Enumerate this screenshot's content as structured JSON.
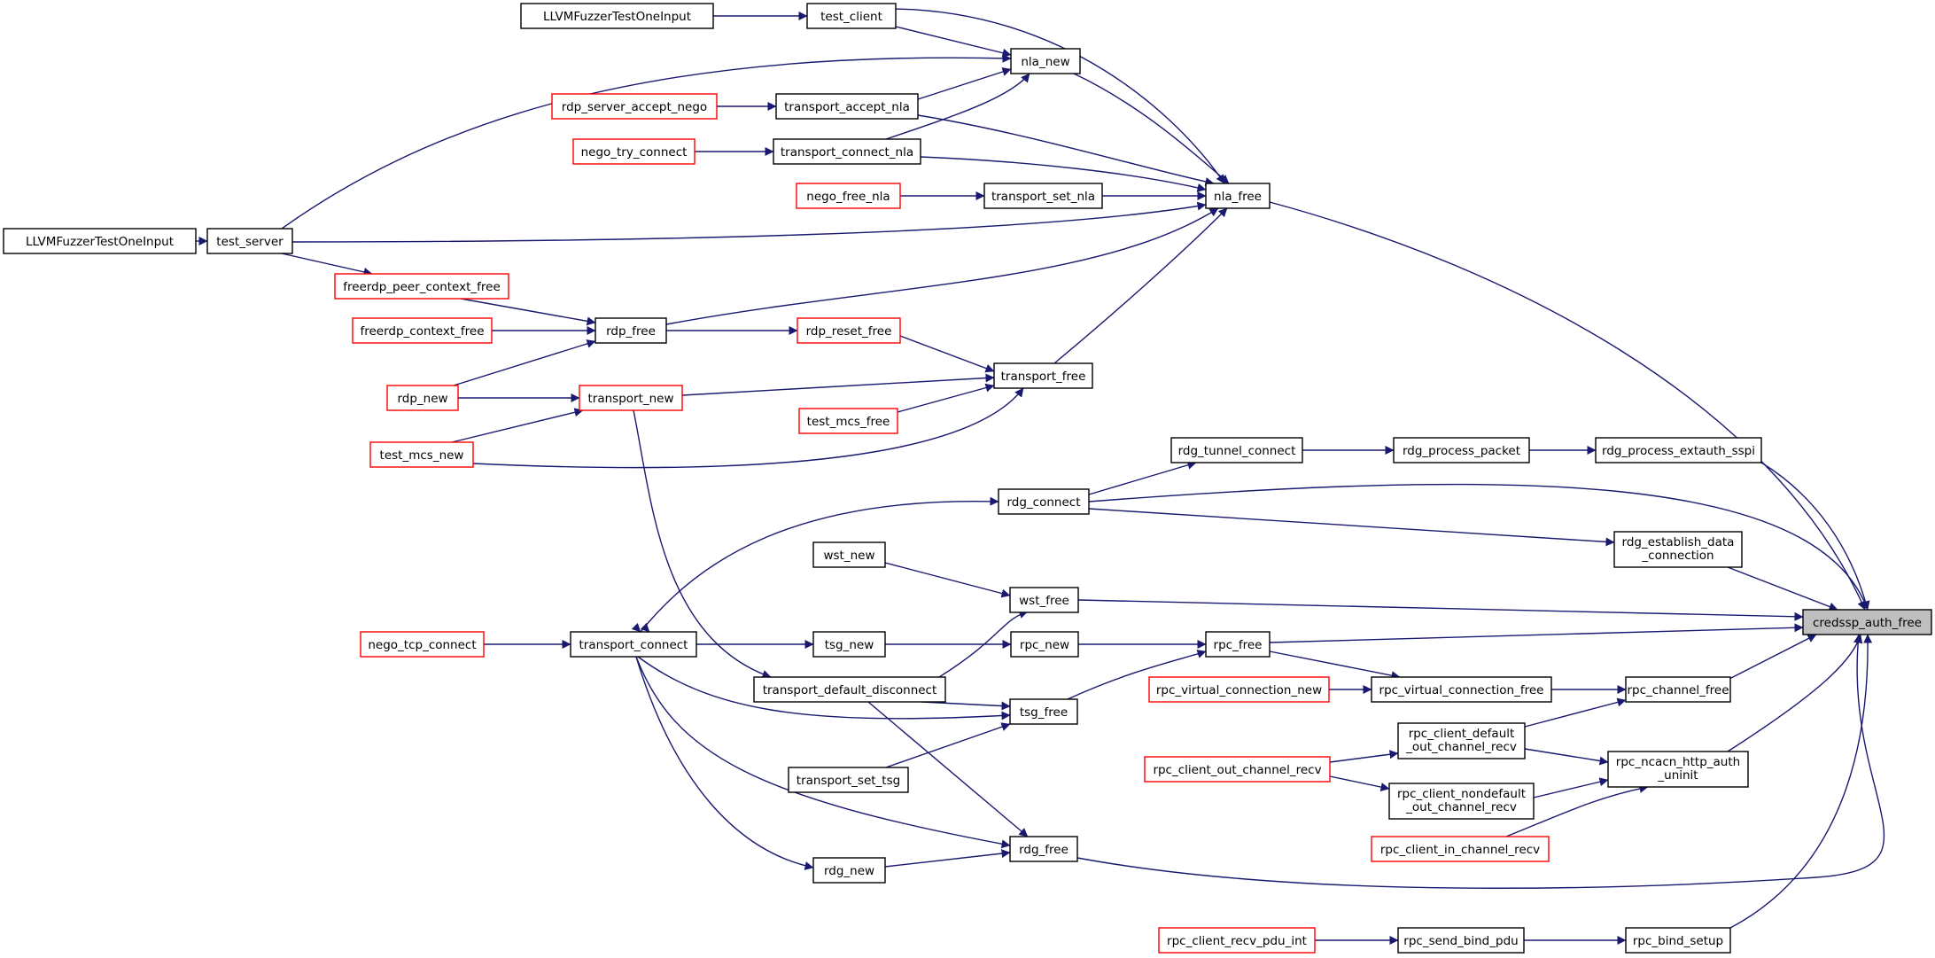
{
  "diagram": {
    "title": "",
    "colors": {
      "edge": "#191970",
      "node_border": "#000000",
      "truncated_border": "#ff0000",
      "highlight_fill": "#bfbfbf"
    },
    "nodes": {
      "llvm_client": {
        "label": "LLVMFuzzerTestOneInput"
      },
      "test_client": {
        "label": "test_client"
      },
      "nla_new": {
        "label": "nla_new"
      },
      "rdp_server_accept_nego": {
        "label": "rdp_server_accept_nego",
        "truncated": true
      },
      "transport_accept_nla": {
        "label": "transport_accept_nla"
      },
      "nego_try_connect": {
        "label": "nego_try_connect",
        "truncated": true
      },
      "transport_connect_nla": {
        "label": "transport_connect_nla"
      },
      "nego_free_nla": {
        "label": "nego_free_nla",
        "truncated": true
      },
      "transport_set_nla": {
        "label": "transport_set_nla"
      },
      "nla_free": {
        "label": "nla_free"
      },
      "llvm_server": {
        "label": "LLVMFuzzerTestOneInput"
      },
      "test_server": {
        "label": "test_server"
      },
      "freerdp_peer_context_free": {
        "label": "freerdp_peer_context_free",
        "truncated": true
      },
      "freerdp_context_free": {
        "label": "freerdp_context_free",
        "truncated": true
      },
      "rdp_free": {
        "label": "rdp_free"
      },
      "rdp_reset_free": {
        "label": "rdp_reset_free",
        "truncated": true
      },
      "rdp_new": {
        "label": "rdp_new",
        "truncated": true
      },
      "transport_new": {
        "label": "transport_new",
        "truncated": true
      },
      "transport_free": {
        "label": "transport_free"
      },
      "test_mcs_free": {
        "label": "test_mcs_free",
        "truncated": true
      },
      "test_mcs_new": {
        "label": "test_mcs_new",
        "truncated": true
      },
      "rdg_tunnel_connect": {
        "label": "rdg_tunnel_connect"
      },
      "rdg_process_packet": {
        "label": "rdg_process_packet"
      },
      "rdg_process_extauth_sspi": {
        "label": "rdg_process_extauth_sspi"
      },
      "rdg_connect": {
        "label": "rdg_connect"
      },
      "rdg_establish_data_connection": {
        "label_lines": [
          "rdg_establish_data",
          "_connection"
        ]
      },
      "wst_new": {
        "label": "wst_new"
      },
      "wst_free": {
        "label": "wst_free"
      },
      "nego_tcp_connect": {
        "label": "nego_tcp_connect",
        "truncated": true
      },
      "transport_connect": {
        "label": "transport_connect"
      },
      "tsg_new": {
        "label": "tsg_new"
      },
      "rpc_new": {
        "label": "rpc_new"
      },
      "rpc_free": {
        "label": "rpc_free"
      },
      "credssp_auth_free": {
        "label": "credssp_auth_free",
        "highlighted": true
      },
      "transport_default_disconnect": {
        "label": "transport_default_disconnect"
      },
      "tsg_free": {
        "label": "tsg_free"
      },
      "rpc_virtual_connection_new": {
        "label": "rpc_virtual_connection_new",
        "truncated": true
      },
      "rpc_virtual_connection_free": {
        "label": "rpc_virtual_connection_free"
      },
      "rpc_channel_free": {
        "label": "rpc_channel_free"
      },
      "rpc_client_default_out_channel_recv": {
        "label_lines": [
          "rpc_client_default",
          "_out_channel_recv"
        ]
      },
      "rpc_client_out_channel_recv": {
        "label": "rpc_client_out_channel_recv",
        "truncated": true
      },
      "rpc_ncacn_http_auth_uninit": {
        "label_lines": [
          "rpc_ncacn_http_auth",
          "_uninit"
        ]
      },
      "transport_set_tsg": {
        "label": "transport_set_tsg"
      },
      "rpc_client_nondefault_out_channel_recv": {
        "label_lines": [
          "rpc_client_nondefault",
          "_out_channel_recv"
        ]
      },
      "rpc_client_in_channel_recv": {
        "label": "rpc_client_in_channel_recv",
        "truncated": true
      },
      "rdg_free": {
        "label": "rdg_free"
      },
      "rdg_new": {
        "label": "rdg_new"
      },
      "rpc_client_recv_pdu_int": {
        "label": "rpc_client_recv_pdu_int",
        "truncated": true
      },
      "rpc_send_bind_pdu": {
        "label": "rpc_send_bind_pdu"
      },
      "rpc_bind_setup": {
        "label": "rpc_bind_setup"
      }
    },
    "edges": [
      [
        "llvm_client",
        "test_client"
      ],
      [
        "test_client",
        "nla_new"
      ],
      [
        "test_client",
        "nla_free"
      ],
      [
        "test_server",
        "nla_new"
      ],
      [
        "rdp_server_accept_nego",
        "transport_accept_nla"
      ],
      [
        "transport_accept_nla",
        "nla_new"
      ],
      [
        "transport_accept_nla",
        "nla_free"
      ],
      [
        "nego_try_connect",
        "transport_connect_nla"
      ],
      [
        "transport_connect_nla",
        "nla_new"
      ],
      [
        "transport_connect_nla",
        "nla_free"
      ],
      [
        "nego_free_nla",
        "transport_set_nla"
      ],
      [
        "transport_set_nla",
        "nla_free"
      ],
      [
        "nla_new",
        "nla_free"
      ],
      [
        "llvm_server",
        "test_server"
      ],
      [
        "test_server",
        "nla_free"
      ],
      [
        "test_server",
        "freerdp_peer_context_free"
      ],
      [
        "freerdp_peer_context_free",
        "rdp_free"
      ],
      [
        "freerdp_context_free",
        "rdp_free"
      ],
      [
        "rdp_new",
        "rdp_free"
      ],
      [
        "rdp_free",
        "nla_free"
      ],
      [
        "rdp_free",
        "rdp_reset_free"
      ],
      [
        "rdp_reset_free",
        "transport_free"
      ],
      [
        "rdp_new",
        "transport_new"
      ],
      [
        "test_mcs_new",
        "transport_new"
      ],
      [
        "transport_new",
        "transport_free"
      ],
      [
        "test_mcs_free",
        "transport_free"
      ],
      [
        "test_mcs_new",
        "transport_free"
      ],
      [
        "transport_free",
        "nla_free"
      ],
      [
        "nla_free",
        "credssp_auth_free"
      ],
      [
        "rdg_tunnel_connect",
        "rdg_process_packet"
      ],
      [
        "rdg_connect",
        "rdg_tunnel_connect"
      ],
      [
        "rdg_process_packet",
        "rdg_process_extauth_sspi"
      ],
      [
        "rdg_process_extauth_sspi",
        "credssp_auth_free"
      ],
      [
        "rdg_connect",
        "credssp_auth_free"
      ],
      [
        "transport_connect",
        "rdg_connect"
      ],
      [
        "rdg_connect",
        "rdg_establish_data_connection"
      ],
      [
        "rdg_establish_data_connection",
        "credssp_auth_free"
      ],
      [
        "transport_connect",
        "wst_new"
      ],
      [
        "wst_new",
        "wst_free"
      ],
      [
        "transport_connect",
        "wst_free"
      ],
      [
        "wst_free",
        "credssp_auth_free"
      ],
      [
        "nego_tcp_connect",
        "transport_connect"
      ],
      [
        "transport_connect",
        "tsg_new"
      ],
      [
        "tsg_new",
        "rpc_new"
      ],
      [
        "rpc_new",
        "rpc_free"
      ],
      [
        "rpc_free",
        "credssp_auth_free"
      ],
      [
        "transport_new",
        "transport_default_disconnect"
      ],
      [
        "transport_default_disconnect",
        "wst_free"
      ],
      [
        "transport_default_disconnect",
        "tsg_free"
      ],
      [
        "transport_connect",
        "tsg_free"
      ],
      [
        "transport_set_tsg",
        "tsg_free"
      ],
      [
        "tsg_free",
        "rpc_free"
      ],
      [
        "rpc_free",
        "rpc_virtual_connection_free"
      ],
      [
        "rpc_virtual_connection_new",
        "rpc_virtual_connection_free"
      ],
      [
        "rpc_virtual_connection_free",
        "rpc_channel_free"
      ],
      [
        "rpc_channel_free",
        "credssp_auth_free"
      ],
      [
        "rpc_client_default_out_channel_recv",
        "rpc_channel_free"
      ],
      [
        "rpc_client_out_channel_recv",
        "rpc_client_default_out_channel_recv"
      ],
      [
        "rpc_client_out_channel_recv",
        "rpc_client_nondefault_out_channel_recv"
      ],
      [
        "rpc_client_default_out_channel_recv",
        "rpc_ncacn_http_auth_uninit"
      ],
      [
        "rpc_client_nondefault_out_channel_recv",
        "rpc_ncacn_http_auth_uninit"
      ],
      [
        "rpc_client_in_channel_recv",
        "rpc_ncacn_http_auth_uninit"
      ],
      [
        "rpc_ncacn_http_auth_uninit",
        "credssp_auth_free"
      ],
      [
        "transport_default_disconnect",
        "rdg_free"
      ],
      [
        "transport_connect",
        "rdg_free"
      ],
      [
        "transport_connect",
        "rdg_new"
      ],
      [
        "rdg_new",
        "rdg_free"
      ],
      [
        "rdg_free",
        "credssp_auth_free"
      ],
      [
        "rpc_client_recv_pdu_int",
        "rpc_send_bind_pdu"
      ],
      [
        "rpc_send_bind_pdu",
        "rpc_bind_setup"
      ],
      [
        "rpc_bind_setup",
        "credssp_auth_free"
      ]
    ]
  }
}
